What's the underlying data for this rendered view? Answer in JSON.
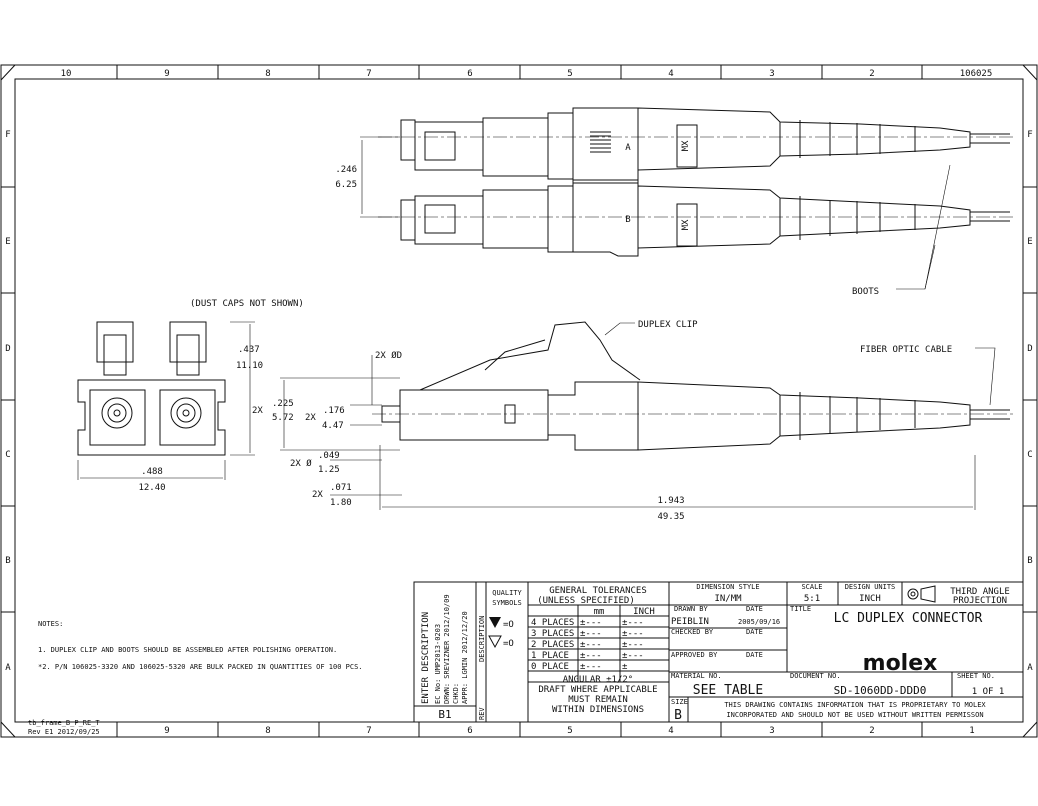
{
  "drawing_number": "106025",
  "zones_cols": [
    "10",
    "9",
    "8",
    "7",
    "6",
    "5",
    "4",
    "3",
    "2",
    "1"
  ],
  "zones_rows": [
    "F",
    "E",
    "D",
    "C",
    "B",
    "A"
  ],
  "callouts": {
    "boots": "BOOTS",
    "duplex_clip": "DUPLEX CLIP",
    "fiber_optic_cable": "FIBER OPTIC CABLE",
    "dust_caps": "(DUST CAPS NOT SHOWN)",
    "mx": "MX",
    "port_a": "A",
    "port_b": "B"
  },
  "dimensions": {
    "pitch_in": ".246",
    "pitch_mm": "6.25",
    "width_in": ".488",
    "width_mm": "12.40",
    "height_in": ".437",
    "height_mm": "11.10",
    "ferrule_2x": "2X",
    "ferrule_in": ".225",
    "ferrule_mm": "5.72",
    "sleeve_2x": "2X",
    "sleeve_in": ".176",
    "sleeve_mm": "4.47",
    "bore_2x": "2X Ø",
    "bore_in": ".049",
    "bore_mm": "1.25",
    "tip_2x": "2X",
    "tip_in": ".071",
    "tip_mm": "1.80",
    "length_in": "1.943",
    "length_mm": "49.35",
    "dia_d": "2X ØD"
  },
  "notes": {
    "title": "NOTES:",
    "n1": "1. DUPLEX CLIP AND BOOTS SHOULD BE ASSEMBLED AFTER POLISHING OPERATION.",
    "n2": "*2. P/N 106025-3320 AND 106025-5320 ARE BULK PACKED IN QUANTITIES OF 100 PCS."
  },
  "revision": {
    "header": "ENTER DESCRIPTION",
    "ec": "EC No: UMP2013-0203",
    "drwn": "DRWN: SREVIZNER  2012/10/09",
    "chkd": "CHKD:",
    "appr": "APPR: LGMIN  2012/12/20",
    "rev": "B1",
    "rev_label": "REV",
    "desc_label": "DESCRIPTION"
  },
  "quality": {
    "title1": "QUALITY",
    "title2": "SYMBOLS",
    "s1": "=O",
    "s2": "=O"
  },
  "tolerances": {
    "title": "GENERAL TOLERANCES",
    "subtitle": "(UNLESS SPECIFIED)",
    "col_mm": "mm",
    "col_inch": "INCH",
    "rows": [
      {
        "label": "4 PLACES",
        "mm": "±---",
        "inch": "±---"
      },
      {
        "label": "3 PLACES",
        "mm": "±---",
        "inch": "±---"
      },
      {
        "label": "2 PLACES",
        "mm": "±---",
        "inch": "±---"
      },
      {
        "label": "1 PLACE",
        "mm": "±---",
        "inch": "±---"
      },
      {
        "label": "0 PLACE",
        "mm": "±---",
        "inch": "±"
      }
    ],
    "angular": "ANGULAR ±1/2°",
    "draft1": "DRAFT WHERE APPLICABLE",
    "draft2": "MUST REMAIN",
    "draft3": "WITHIN DIMENSIONS"
  },
  "title_block": {
    "dim_style_label": "DIMENSION STYLE",
    "dim_style": "IN/MM",
    "scale_label": "SCALE",
    "scale": "5:1",
    "design_units_label": "DESIGN UNITS",
    "design_units": "INCH",
    "projection1": "THIRD ANGLE",
    "projection2": "PROJECTION",
    "drawn_by_label": "DRAWN BY",
    "date_label": "DATE",
    "drawn_by": "PEIBLIN",
    "drawn_date": "2005/09/16",
    "checked_by_label": "CHECKED BY",
    "approved_by_label": "APPROVED BY",
    "title_label": "TITLE",
    "title": "LC DUPLEX CONNECTOR",
    "company": "molex",
    "material_label": "MATERIAL NO.",
    "material": "SEE TABLE",
    "document_label": "DOCUMENT NO.",
    "document": "SD-1060DD-DDD0",
    "sheet_label": "SHEET NO.",
    "sheet": "1 OF 1",
    "size_label": "SIZE",
    "size": "B",
    "prop1": "THIS DRAWING CONTAINS INFORMATION THAT IS PROPRIETARY TO MOLEX",
    "prop2": "INCORPORATED AND SHOULD NOT BE USED WITHOUT WRITTEN PERMISSON"
  },
  "frame_info": {
    "f1": "tb_frame_B_P_RE_T",
    "f2": "Rev E1 2012/09/25"
  }
}
